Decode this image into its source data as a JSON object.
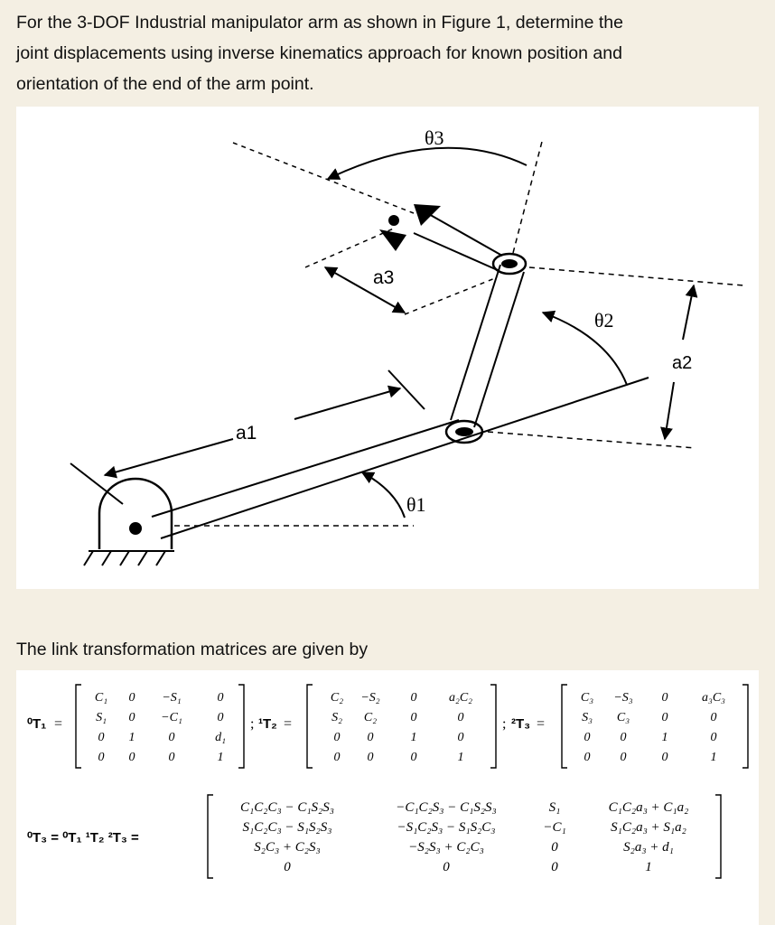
{
  "question": {
    "line1": "For the 3-DOF Industrial manipulator arm as shown in Figure 1,  determine the",
    "line2": "joint displacements using inverse kinematics approach for known position and",
    "line3": "orientation of the end of the arm point."
  },
  "figure": {
    "labels": {
      "theta3": "θ3",
      "a3": "a3",
      "theta2": "θ2",
      "a2": "a2",
      "a1": "a1",
      "theta1": "θ1"
    }
  },
  "caption": "The link transformation matrices are given by",
  "matrices": {
    "T01": {
      "label": "⁰T₁",
      "rows": [
        [
          "C₁",
          "0",
          "−S₁",
          "0"
        ],
        [
          "S₁",
          "0",
          "−C₁",
          "0"
        ],
        [
          "0",
          "1",
          "0",
          "d₁"
        ],
        [
          "0",
          "0",
          "0",
          "1"
        ]
      ]
    },
    "T12": {
      "label": "¹T₂",
      "rows": [
        [
          "C₂",
          "−S₂",
          "0",
          "a₂C₂"
        ],
        [
          "S₂",
          "C₂",
          "0",
          "0"
        ],
        [
          "0",
          "0",
          "1",
          "0"
        ],
        [
          "0",
          "0",
          "0",
          "1"
        ]
      ]
    },
    "T23": {
      "label": "²T₃",
      "rows": [
        [
          "C₃",
          "−S₃",
          "0",
          "a₃C₃"
        ],
        [
          "S₃",
          "C₃",
          "0",
          "0"
        ],
        [
          "0",
          "0",
          "1",
          "0"
        ],
        [
          "0",
          "0",
          "0",
          "1"
        ]
      ]
    },
    "T03": {
      "label": "⁰T₃ = ⁰T₁ ¹T₂ ²T₃ =",
      "rows": [
        [
          "C₁C₂C₃ − C₁S₂S₃",
          "−C₁C₂S₃ − C₁S₂S₃",
          "S₁",
          "C₁C₂a₃ + C₁a₂"
        ],
        [
          "S₁C₂C₃ − S₁S₂S₃",
          "−S₁C₂S₃ − S₁S₂C₃",
          "−C₁",
          "S₁C₂a₃ + S₁a₂"
        ],
        [
          "S₂C₃ + C₂S₃",
          "−S₂S₃ + C₂C₃",
          "0",
          "S₂a₃ + d₁"
        ],
        [
          "0",
          "0",
          "0",
          "1"
        ]
      ]
    },
    "separator": ";"
  }
}
